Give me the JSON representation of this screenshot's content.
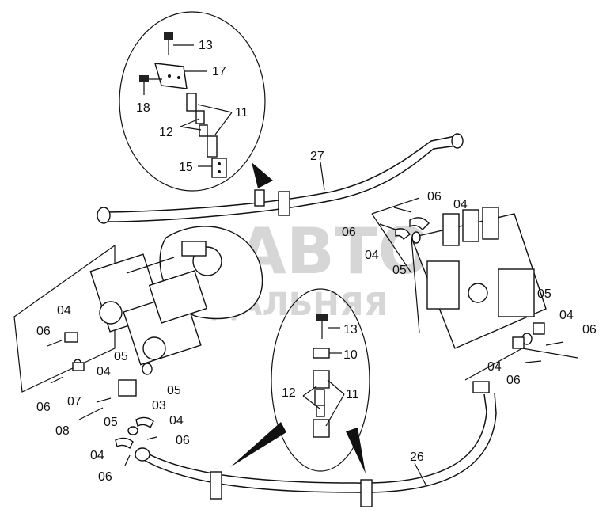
{
  "watermark": {
    "line1": "АВТО",
    "line2": "ДАЛЬНЯЯ"
  },
  "detail_top": {
    "labels": [
      {
        "id": "label-13-top",
        "text": "13"
      },
      {
        "id": "label-17",
        "text": "17"
      },
      {
        "id": "label-18",
        "text": "18"
      },
      {
        "id": "label-11-top",
        "text": "11"
      },
      {
        "id": "label-12-top",
        "text": "12"
      },
      {
        "id": "label-15",
        "text": "15"
      }
    ]
  },
  "detail_bottom": {
    "labels": [
      {
        "id": "label-13-bottom",
        "text": "13"
      },
      {
        "id": "label-10",
        "text": "10"
      },
      {
        "id": "label-12-bottom",
        "text": "12"
      },
      {
        "id": "label-11-bottom",
        "text": "11"
      }
    ]
  },
  "main_labels": {
    "hose_27": "27",
    "hose_26": "26",
    "left": [
      "04",
      "06",
      "05",
      "04",
      "06",
      "07",
      "03",
      "05",
      "08",
      "05",
      "04",
      "06",
      "04",
      "06"
    ],
    "valve_top": [
      "06",
      "04",
      "06",
      "04",
      "05"
    ],
    "valve_right": [
      "05",
      "04",
      "06",
      "04",
      "06"
    ]
  }
}
